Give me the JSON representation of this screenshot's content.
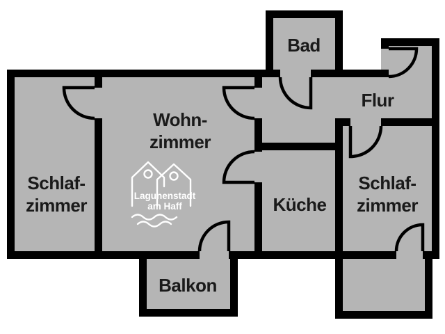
{
  "colors": {
    "background": "#ffffff",
    "floor": "#b5b5b5",
    "wall": "#000000",
    "label_text": "#1a1a1a",
    "logo": "#ffffff"
  },
  "rooms": {
    "bad": {
      "label": "Bad"
    },
    "flur": {
      "label": "Flur"
    },
    "wohnzimmer": {
      "label_line1": "Wohn-",
      "label_line2": "zimmer"
    },
    "schlafzimmer_links": {
      "label_line1": "Schlaf-",
      "label_line2": "zimmer"
    },
    "kueche": {
      "label": "Küche"
    },
    "schlafzimmer_rechts": {
      "label_line1": "Schlaf-",
      "label_line2": "zimmer"
    },
    "balkon": {
      "label": "Balkon"
    }
  },
  "logo": {
    "icon": "twin-houses-over-waves-icon",
    "line1": "Lagunenstadt",
    "line2": "am Haff"
  }
}
